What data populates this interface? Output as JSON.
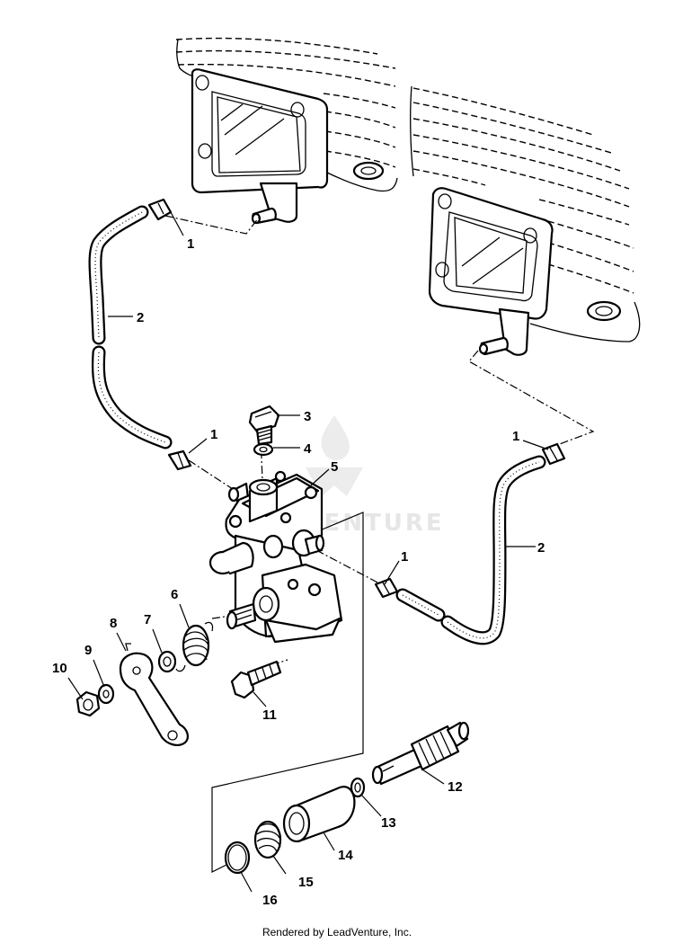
{
  "watermark": {
    "text": "LEADVENTURE",
    "visible": true
  },
  "callouts": [
    {
      "id": "c1a",
      "label": "1"
    },
    {
      "id": "c2a",
      "label": "2"
    },
    {
      "id": "c3",
      "label": "3"
    },
    {
      "id": "c4",
      "label": "4"
    },
    {
      "id": "c1b",
      "label": "1"
    },
    {
      "id": "c5",
      "label": "5"
    },
    {
      "id": "c1c",
      "label": "1"
    },
    {
      "id": "c1d",
      "label": "1"
    },
    {
      "id": "c2b",
      "label": "2"
    },
    {
      "id": "c6",
      "label": "6"
    },
    {
      "id": "c7",
      "label": "7"
    },
    {
      "id": "c8",
      "label": "8"
    },
    {
      "id": "c9",
      "label": "9"
    },
    {
      "id": "c10",
      "label": "10"
    },
    {
      "id": "c11",
      "label": "11"
    },
    {
      "id": "c12",
      "label": "12"
    },
    {
      "id": "c13",
      "label": "13"
    },
    {
      "id": "c14",
      "label": "14"
    },
    {
      "id": "c15",
      "label": "15"
    },
    {
      "id": "c16",
      "label": "16"
    }
  ],
  "footer": {
    "text": "Rendered by LeadVenture, Inc."
  },
  "colors": {
    "line": "#000000",
    "background": "#ffffff",
    "watermark": "#e6e6e6"
  }
}
